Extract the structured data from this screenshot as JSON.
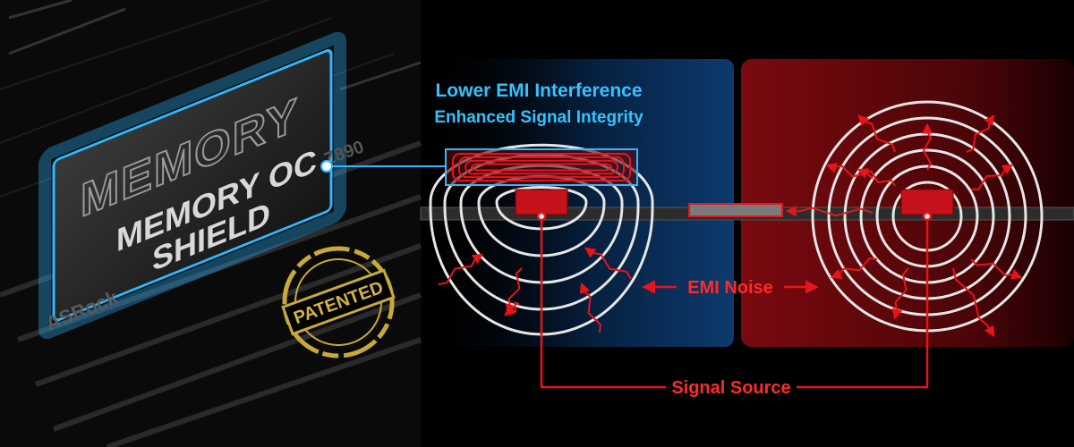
{
  "shield": {
    "brand": "MEMORY",
    "label_line1": "MEMORY OC",
    "label_line2": "SHIELD",
    "board_model": "Z890",
    "board_brand": "ASRock"
  },
  "badge": {
    "text": "PATENTED"
  },
  "callout": {
    "line1": "Lower EMI Interference",
    "line2": "Enhanced Signal Integrity"
  },
  "labels": {
    "emi_noise": "EMI Noise",
    "signal_source": "Signal Source"
  },
  "colors": {
    "accent_blue": "#2fb8ff",
    "accent_red": "#e8141b",
    "panel_blue": "#0b2a55",
    "panel_red": "#7a0a0f",
    "badge_gold": "#c9a93a"
  }
}
